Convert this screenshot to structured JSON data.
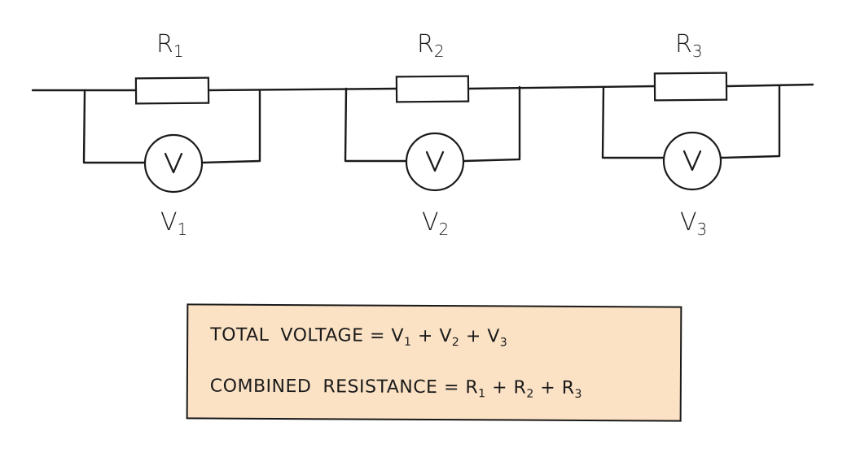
{
  "resistors": [
    {
      "symbol": "R",
      "sub": "1"
    },
    {
      "symbol": "R",
      "sub": "2"
    },
    {
      "symbol": "R",
      "sub": "3"
    }
  ],
  "voltmeters": [
    {
      "glyph": "V",
      "symbol": "V",
      "sub": "1"
    },
    {
      "glyph": "V",
      "symbol": "V",
      "sub": "2"
    },
    {
      "glyph": "V",
      "symbol": "V",
      "sub": "3"
    }
  ],
  "formula_box": {
    "background": "#fbe2c5",
    "voltage": {
      "lhs": "TOTAL",
      "lhs2": "VOLTAGE",
      "eq": "=",
      "terms": [
        {
          "sym": "V",
          "sub": "1"
        },
        {
          "sym": "V",
          "sub": "2"
        },
        {
          "sym": "V",
          "sub": "3"
        }
      ],
      "plus": "+"
    },
    "resistance": {
      "lhs": "COMBINED",
      "lhs2": "RESISTANCE",
      "eq": "=",
      "terms": [
        {
          "sym": "R",
          "sub": "1"
        },
        {
          "sym": "R",
          "sub": "2"
        },
        {
          "sym": "R",
          "sub": "3"
        }
      ],
      "plus": "+"
    }
  }
}
